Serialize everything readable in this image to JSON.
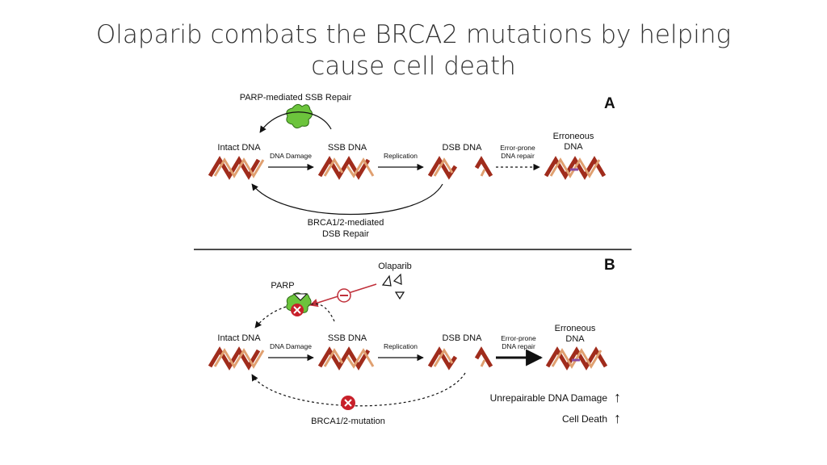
{
  "title": {
    "line1": "Olaparib combats the BRCA2 mutations by helping",
    "line2": "cause cell death"
  },
  "panel_a": {
    "letter": "A",
    "parp_repair_label": "PARP-mediated SSB Repair",
    "intact_dna": "Intact DNA",
    "dna_damage": "DNA Damage",
    "ssb_dna": "SSB DNA",
    "replication": "Replication",
    "dsb_dna": "DSB DNA",
    "error_prone_1": "Error-prone",
    "error_prone_2": "DNA repair",
    "erroneous_1": "Erroneous",
    "erroneous_2": "DNA",
    "brca_repair_1": "BRCA1/2-mediated",
    "brca_repair_2": "DSB Repair"
  },
  "panel_b": {
    "letter": "B",
    "parp": "PARP",
    "olaparib": "Olaparib",
    "intact_dna": "Intact DNA",
    "dna_damage": "DNA Damage",
    "ssb_dna": "SSB DNA",
    "replication": "Replication",
    "dsb_dna": "DSB DNA",
    "error_prone_1": "Error-prone",
    "error_prone_2": "DNA repair",
    "erroneous_1": "Erroneous",
    "erroneous_2": "DNA",
    "brca_mutation": "BRCA1/2-mutation",
    "unrepairable": "Unrepairable DNA Damage",
    "cell_death": "Cell Death",
    "up_arrow": "↑"
  },
  "colors": {
    "dna_dark": "#a02c1c",
    "dna_light": "#e0a070",
    "parp_green": "#6cc43c",
    "block_red": "#c8202a",
    "inhibit_red": "#c0303a"
  }
}
